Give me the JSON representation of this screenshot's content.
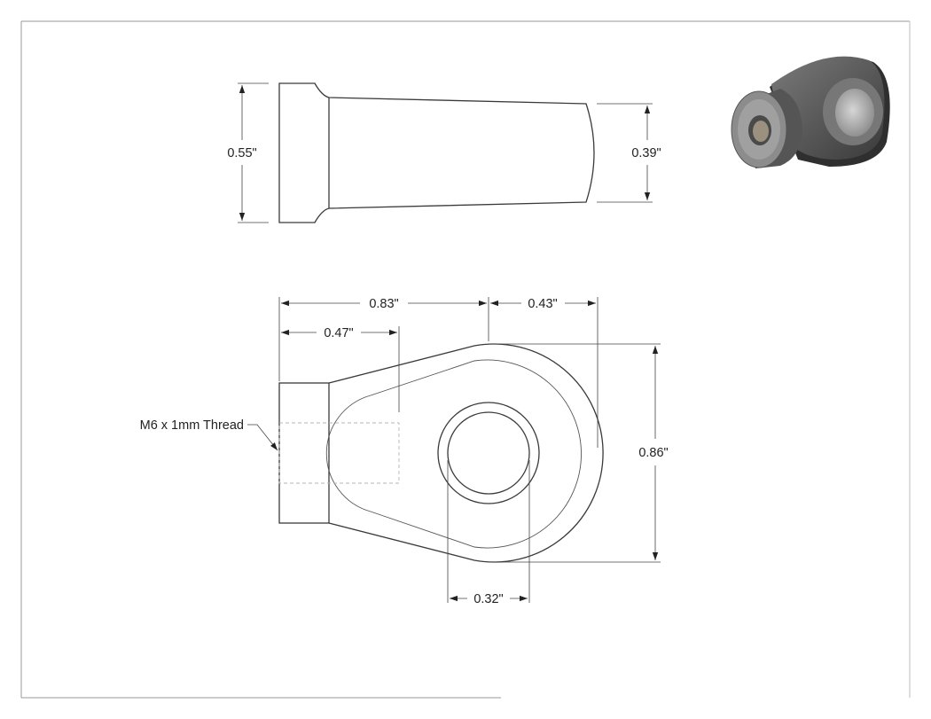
{
  "top_view": {
    "height_label": "0.55\"",
    "shaft_label": "0.39\""
  },
  "front_view": {
    "overall_label": "0.83\"",
    "eye_offset_label": "0.43\"",
    "thread_depth_label": "0.47\"",
    "eye_height_label": "0.86\"",
    "hole_label": "0.32\"",
    "thread_callout": "M6 x 1mm Thread"
  },
  "iso_view": {
    "icon": "rod-end-eye-3d",
    "colors": {
      "body": "#5e5e5e",
      "light": "#9a9a9a",
      "dark": "#2e2e2e"
    }
  }
}
